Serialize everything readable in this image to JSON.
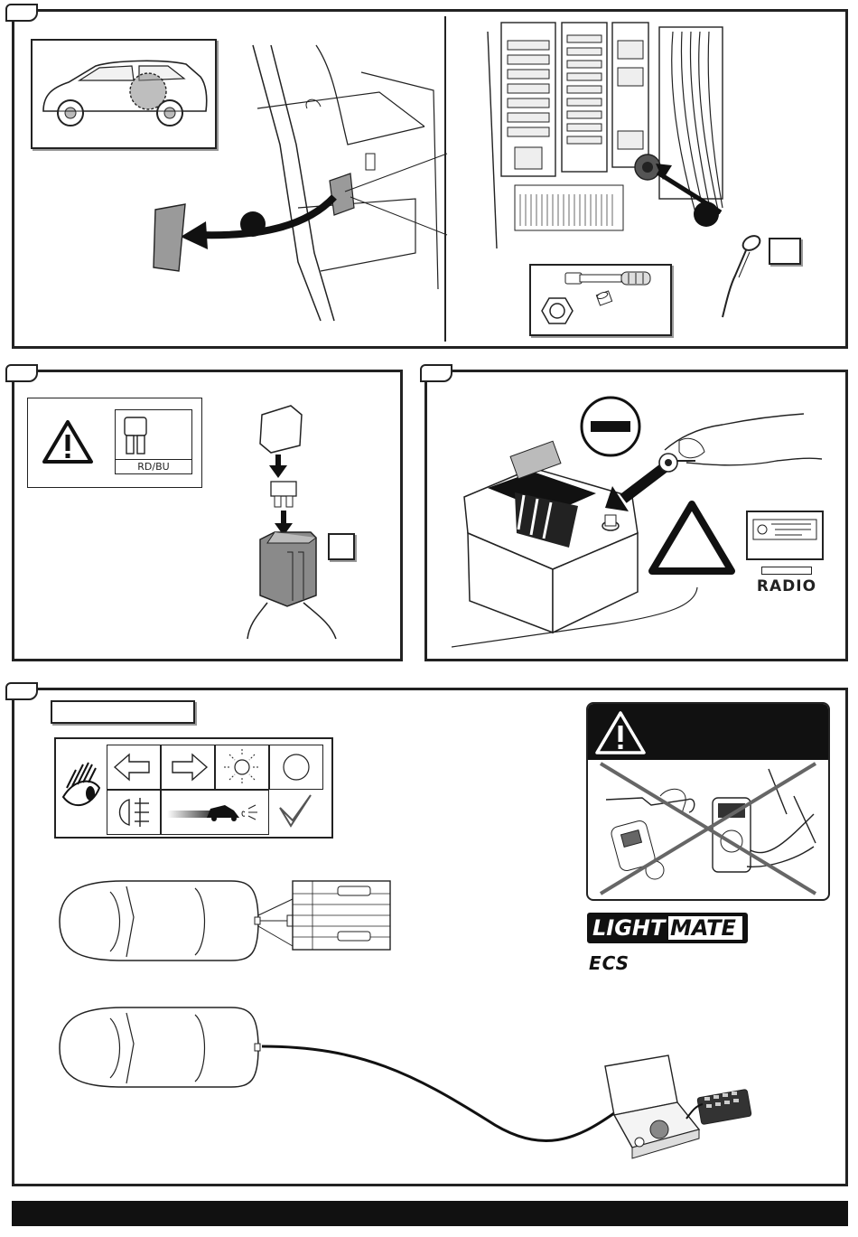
{
  "fuse_ref": {
    "color_code": "RD/BU"
  },
  "battery_step": {
    "radio_label": "RADIO"
  },
  "test_step": {
    "brand_lightmate": {
      "part1": "LIGHT",
      "part2": "MATE"
    },
    "brand_ecs": "ECS"
  },
  "icons": [
    "car-side-icon",
    "ground-bolt-icon",
    "ratchet-wrench-icon",
    "hex-nut-icon",
    "ring-terminal-icon",
    "warning-icon",
    "blade-fuse-icon",
    "fuse-holder-icon",
    "battery-icon",
    "minus-terminal-icon",
    "radio-icon",
    "eye-icon",
    "arrow-left-icon",
    "arrow-right-icon",
    "brake-light-icon",
    "lamp-icon",
    "fog-light-icon",
    "reverse-icon",
    "checkmark-icon",
    "car-top-icon",
    "tester-box-icon",
    "test-case-icon",
    "multimeter-icon"
  ],
  "colors": {
    "line": "#222222",
    "fill_dark": "#1a1a1a",
    "fill_grey": "#9a9a9a",
    "fill_light": "#ececec"
  }
}
